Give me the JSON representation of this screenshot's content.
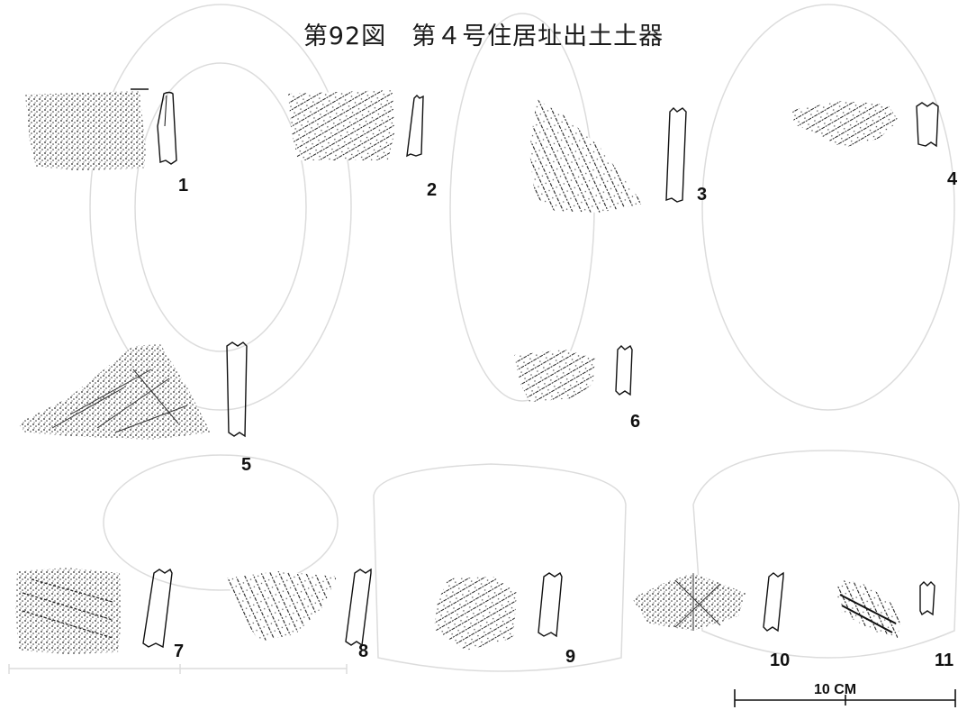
{
  "figure": {
    "title": "第92図　第４号住居址出土土器"
  },
  "sherds": [
    {
      "number": "1"
    },
    {
      "number": "2"
    },
    {
      "number": "3"
    },
    {
      "number": "4"
    },
    {
      "number": "5"
    },
    {
      "number": "6"
    },
    {
      "number": "7"
    },
    {
      "number": "8"
    },
    {
      "number": "9"
    },
    {
      "number": "10"
    },
    {
      "number": "11"
    }
  ],
  "scale_bar": {
    "label": "10 CM"
  },
  "colors": {
    "ink": "#111111",
    "ghost": "#d9d9d9",
    "paper": "#ffffff"
  }
}
